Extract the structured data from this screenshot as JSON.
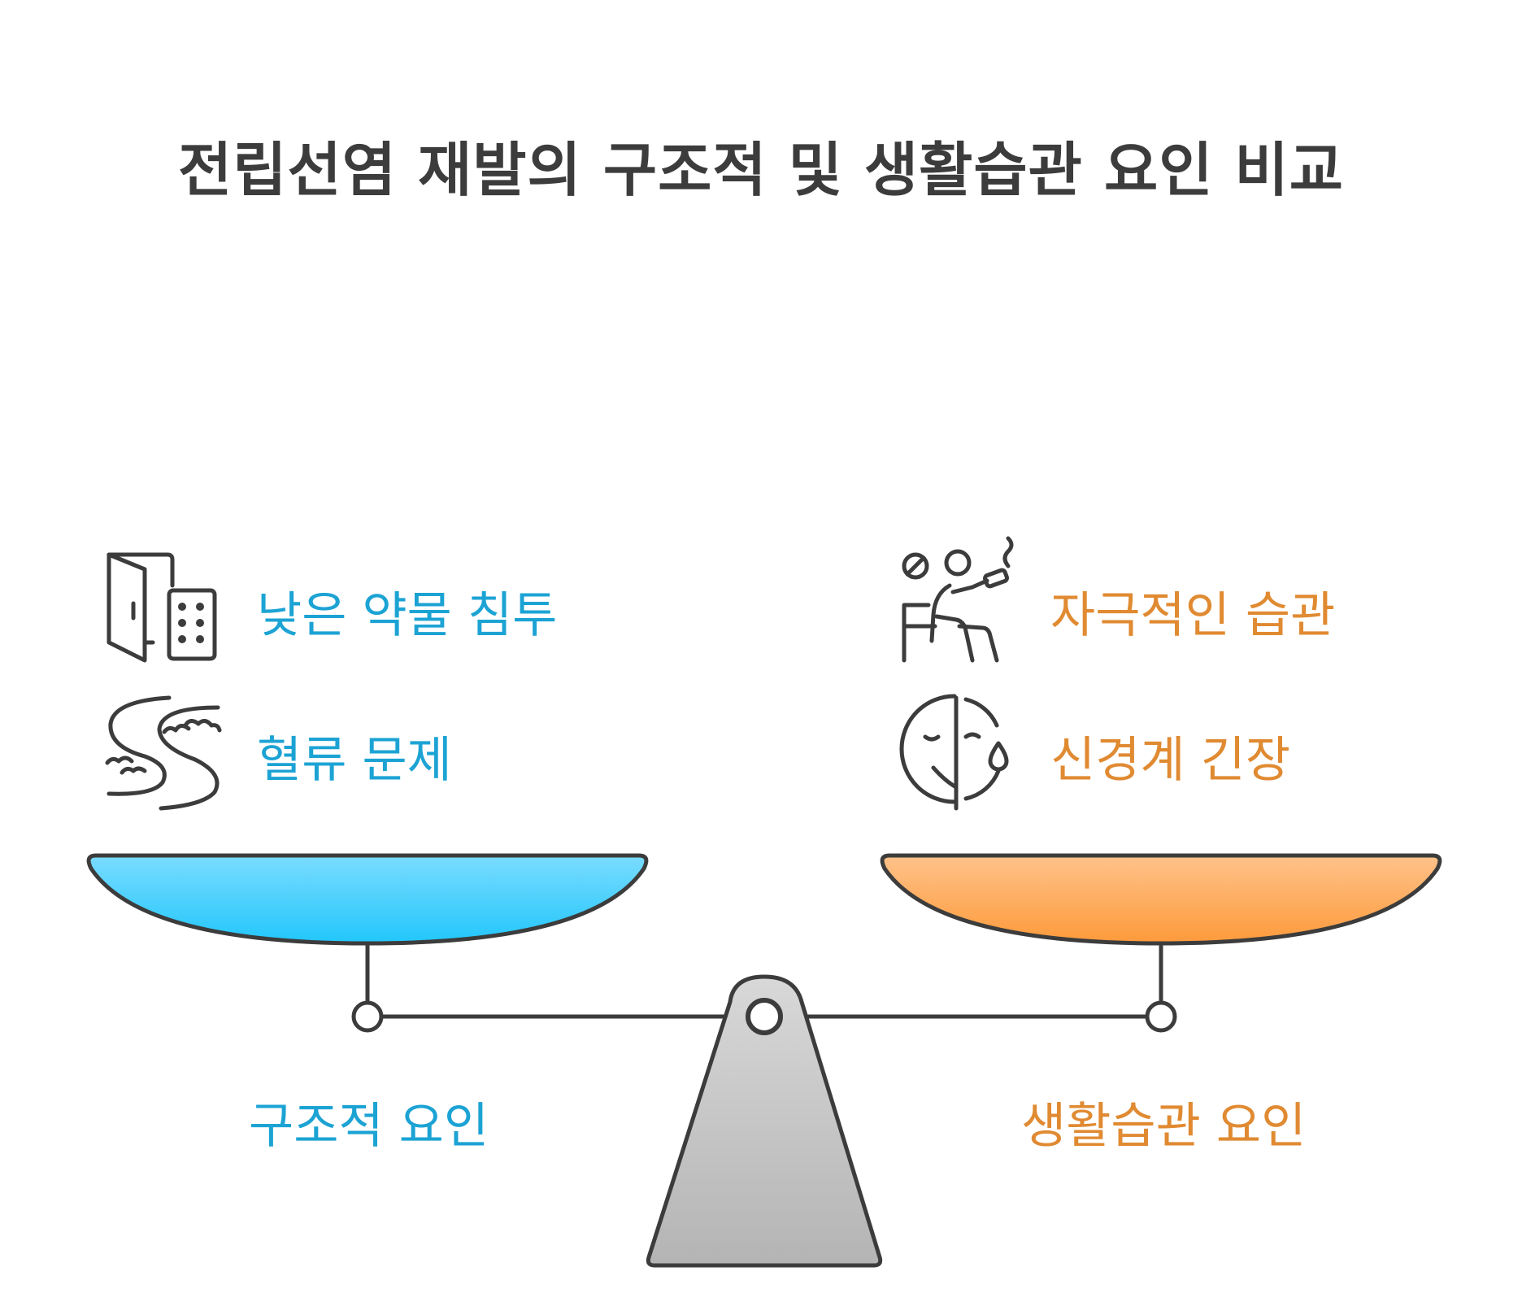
{
  "title": "전립선염 재발의 구조적 및 생활습관 요인 비교",
  "left": {
    "label": "구조적 요인",
    "items": [
      {
        "label": "낮은 약물 침투",
        "icon": "door-building-icon"
      },
      {
        "label": "혈류 문제",
        "icon": "winding-river-icon"
      }
    ]
  },
  "right": {
    "label": "생활습관 요인",
    "items": [
      {
        "label": "자극적인 습관",
        "icon": "smoking-drinking-person-icon"
      },
      {
        "label": "신경계 긴장",
        "icon": "sad-face-tear-icon"
      }
    ]
  },
  "colors": {
    "left_accent": "#1ca3d4",
    "right_accent": "#e08a32",
    "left_pan_top": "#7adcff",
    "left_pan_bottom": "#22c6fb",
    "right_pan_top": "#ffc28a",
    "right_pan_bottom": "#fd9a3b",
    "stroke": "#3c3c3c"
  }
}
